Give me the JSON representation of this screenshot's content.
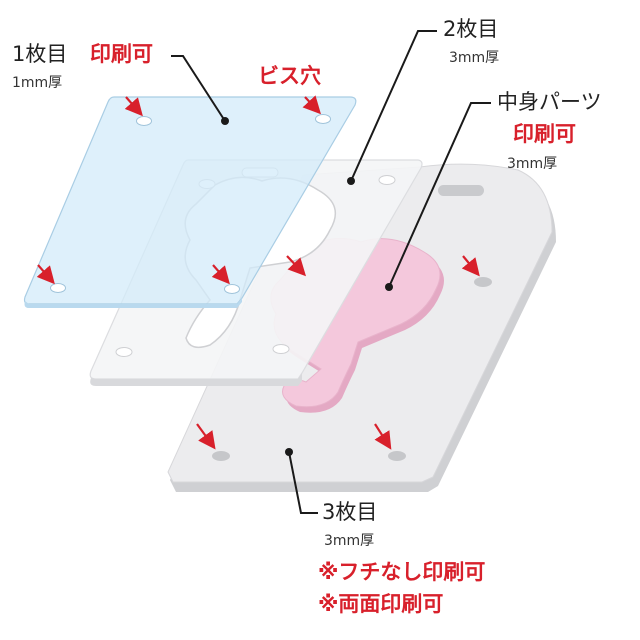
{
  "labels": {
    "layer1": {
      "title": "1枚目",
      "print": "印刷可",
      "thickness": "1mm厚"
    },
    "screw_hole": "ビス穴",
    "layer2": {
      "title": "2枚目",
      "thickness": "3mm厚"
    },
    "inner": {
      "title": "中身パーツ",
      "print": "印刷可",
      "thickness": "3mm厚"
    },
    "layer3": {
      "title": "3枚目",
      "thickness": "3mm厚",
      "note1": "※フチなし印刷可",
      "note2": "※両面印刷可"
    }
  },
  "colors": {
    "accent_red": "#d8202b",
    "layer1_fill": "#d6ecfa",
    "layer2_fill": "#f4f5f6",
    "base_fill": "#e8e8ea",
    "inner_fill": "#f2c6da"
  }
}
